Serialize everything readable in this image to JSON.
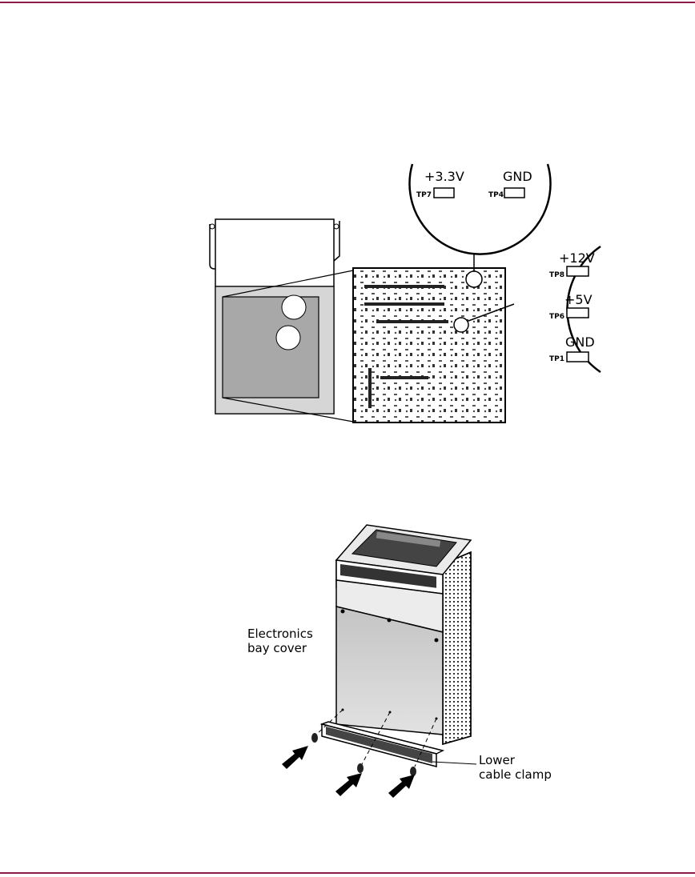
{
  "colors": {
    "rule": "#8c1c4a",
    "panel_gray": "#aaaaaa",
    "cover_gray": "#cfcfcf"
  },
  "figure1": {
    "callout_top": {
      "left": {
        "voltage": "+3.3V",
        "tp": "TP7"
      },
      "right": {
        "voltage": "GND",
        "tp": "TP4"
      }
    },
    "callout_right": [
      {
        "voltage": "+12V",
        "tp": "TP8"
      },
      {
        "voltage": "+5V",
        "tp": "TP6"
      },
      {
        "voltage": "GND",
        "tp": "TP1"
      }
    ]
  },
  "figure2": {
    "label_cover_line1": "Electronics",
    "label_cover_line2": "bay cover",
    "label_clamp_line1": "Lower",
    "label_clamp_line2": "cable clamp"
  }
}
